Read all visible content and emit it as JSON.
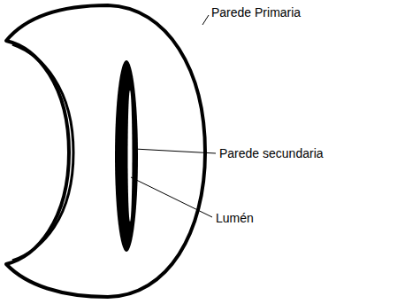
{
  "diagram": {
    "labels": [
      "Parede Primaria",
      "Parede secundaria",
      "Lumén"
    ]
  }
}
